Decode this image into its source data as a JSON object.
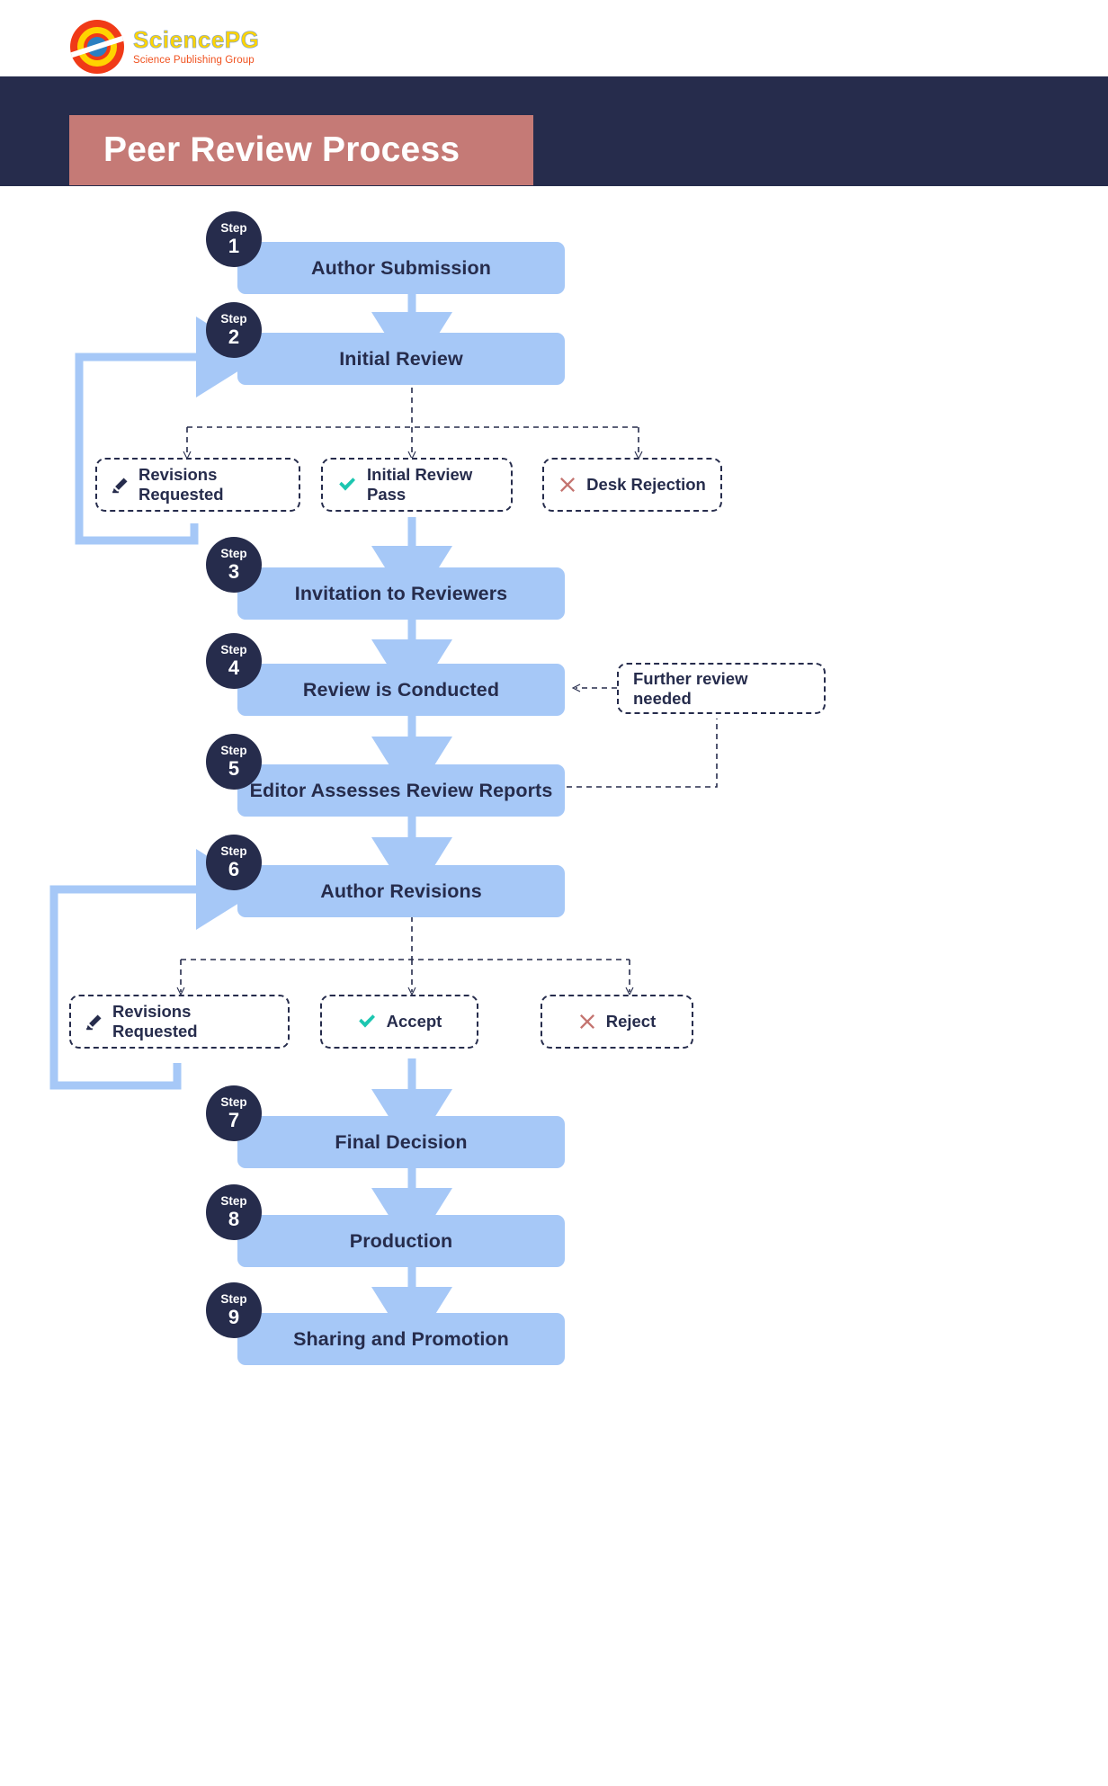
{
  "brand": {
    "logo_icon": "sciencepg-circle-logo",
    "name": "SciencePG",
    "tagline": "Science Publishing Group"
  },
  "header": {
    "title": "Peer Review Process",
    "band_color": "#262c4c",
    "plate_color": "#c57a76",
    "title_color": "#ffffff"
  },
  "colors": {
    "process_box": "#a6c8f7",
    "badge": "#262c4c",
    "text_dark": "#262c4c",
    "arrow_blue": "#a6c8f7",
    "check_teal": "#1cc6b0",
    "cross_red": "#c47470",
    "dashed_border": "#262c4c"
  },
  "badge_label": "Step",
  "steps": [
    {
      "num": "1",
      "label": "Author Submission"
    },
    {
      "num": "2",
      "label": "Initial Review"
    },
    {
      "num": "3",
      "label": "Invitation to Reviewers"
    },
    {
      "num": "4",
      "label": "Review is Conducted"
    },
    {
      "num": "5",
      "label": "Editor Assesses Review Reports"
    },
    {
      "num": "6",
      "label": "Author Revisions"
    },
    {
      "num": "7",
      "label": "Final Decision"
    },
    {
      "num": "8",
      "label": "Production"
    },
    {
      "num": "9",
      "label": "Sharing and Promotion"
    }
  ],
  "decisions_initial_review": [
    {
      "icon": "pencil-icon",
      "label": "Revisions Requested"
    },
    {
      "icon": "check-icon",
      "label": "Initial Review Pass"
    },
    {
      "icon": "cross-icon",
      "label": "Desk Rejection"
    }
  ],
  "decisions_author_revisions": [
    {
      "icon": "pencil-icon",
      "label": "Revisions Requested"
    },
    {
      "icon": "check-icon",
      "label": "Accept"
    },
    {
      "icon": "cross-icon",
      "label": "Reject"
    }
  ],
  "side_note": {
    "label": "Further review needed"
  },
  "chart_data": {
    "type": "diagram",
    "title": "Peer Review Process",
    "nodes": [
      {
        "id": "s1",
        "kind": "process",
        "step": 1,
        "label": "Author Submission"
      },
      {
        "id": "s2",
        "kind": "process",
        "step": 2,
        "label": "Initial Review"
      },
      {
        "id": "d1a",
        "kind": "decision",
        "label": "Revisions Requested"
      },
      {
        "id": "d1b",
        "kind": "decision",
        "label": "Initial Review Pass"
      },
      {
        "id": "d1c",
        "kind": "decision",
        "label": "Desk Rejection"
      },
      {
        "id": "s3",
        "kind": "process",
        "step": 3,
        "label": "Invitation to Reviewers"
      },
      {
        "id": "s4",
        "kind": "process",
        "step": 4,
        "label": "Review is Conducted"
      },
      {
        "id": "note",
        "kind": "decision",
        "label": "Further review needed"
      },
      {
        "id": "s5",
        "kind": "process",
        "step": 5,
        "label": "Editor Assesses Review Reports"
      },
      {
        "id": "s6",
        "kind": "process",
        "step": 6,
        "label": "Author Revisions"
      },
      {
        "id": "d2a",
        "kind": "decision",
        "label": "Revisions Requested"
      },
      {
        "id": "d2b",
        "kind": "decision",
        "label": "Accept"
      },
      {
        "id": "d2c",
        "kind": "decision",
        "label": "Reject"
      },
      {
        "id": "s7",
        "kind": "process",
        "step": 7,
        "label": "Final Decision"
      },
      {
        "id": "s8",
        "kind": "process",
        "step": 8,
        "label": "Production"
      },
      {
        "id": "s9",
        "kind": "process",
        "step": 9,
        "label": "Sharing and Promotion"
      }
    ],
    "edges": [
      {
        "from": "s1",
        "to": "s2",
        "style": "solid"
      },
      {
        "from": "s2",
        "to": "d1a",
        "style": "dashed"
      },
      {
        "from": "s2",
        "to": "d1b",
        "style": "dashed"
      },
      {
        "from": "s2",
        "to": "d1c",
        "style": "dashed"
      },
      {
        "from": "d1a",
        "to": "s2",
        "style": "solid-loop"
      },
      {
        "from": "d1b",
        "to": "s3",
        "style": "solid"
      },
      {
        "from": "s3",
        "to": "s4",
        "style": "solid"
      },
      {
        "from": "note",
        "to": "s4",
        "style": "dashed"
      },
      {
        "from": "s5",
        "to": "note",
        "style": "dashed"
      },
      {
        "from": "s4",
        "to": "s5",
        "style": "solid"
      },
      {
        "from": "s5",
        "to": "s6",
        "style": "solid"
      },
      {
        "from": "s6",
        "to": "d2a",
        "style": "dashed"
      },
      {
        "from": "s6",
        "to": "d2b",
        "style": "dashed"
      },
      {
        "from": "s6",
        "to": "d2c",
        "style": "dashed"
      },
      {
        "from": "d2a",
        "to": "s6",
        "style": "solid-loop"
      },
      {
        "from": "d2b",
        "to": "s7",
        "style": "solid"
      },
      {
        "from": "s7",
        "to": "s8",
        "style": "solid"
      },
      {
        "from": "s8",
        "to": "s9",
        "style": "solid"
      }
    ]
  }
}
